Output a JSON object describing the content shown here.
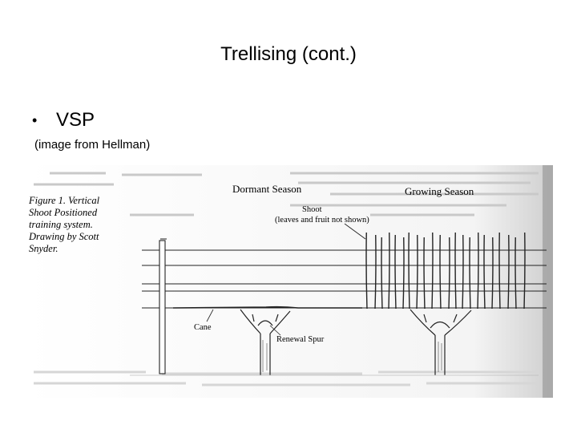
{
  "slide": {
    "title": "Trellising (cont.)",
    "bullet": "VSP",
    "caption": "(image from Hellman)"
  },
  "figure": {
    "caption_lines": [
      "Figure 1. Vertical",
      "Shoot Positioned",
      "training system.",
      "Drawing by Scott",
      "Snyder."
    ],
    "section_dormant": "Dormant Season",
    "section_growing": "Growing Season",
    "label_shoot": "Shoot",
    "label_shoot_note": "(leaves and fruit not shown)",
    "label_cane": "Cane",
    "label_renewal_spur": "Renewal Spur"
  }
}
